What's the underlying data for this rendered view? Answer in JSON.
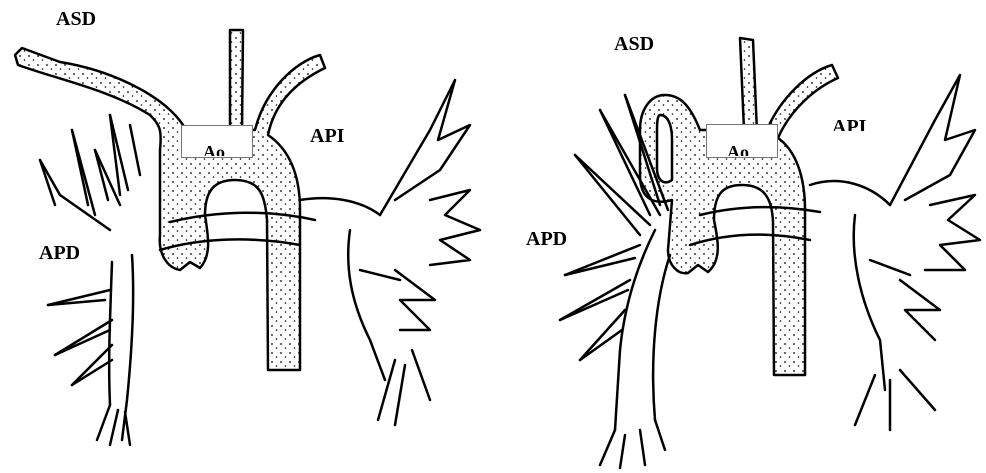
{
  "colors": {
    "ink": "#000000",
    "paper": "#ffffff"
  },
  "panels": [
    {
      "asd": "ASD",
      "api": "API",
      "apd": "APD",
      "ao": "Ao"
    },
    {
      "asd": "ASD",
      "api": "API",
      "apd": "APD",
      "ao": "Ao"
    }
  ]
}
